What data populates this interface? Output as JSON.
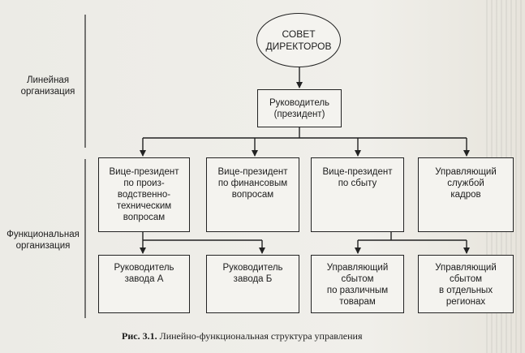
{
  "labels": {
    "linear": "Линейная\nорганизация",
    "functional": "Функциональная\nорганизация"
  },
  "nodes": {
    "board": "СОВЕТ\nДИРЕКТОРОВ",
    "president": "Руководитель\n(президент)",
    "vp_production": "Вице-президент\nпо произ-\nводственно-\nтехническим\nвопросам",
    "vp_finance": "Вице-президент\nпо финансовым\nвопросам",
    "vp_sales": "Вице-президент\nпо сбыту",
    "hr_manager": "Управляющий\nслужбой\nкадров",
    "plant_a": "Руководитель\nзавода А",
    "plant_b": "Руководитель\nзавода Б",
    "sales_goods": "Управляющий\nсбытом\nпо различным\nтоварам",
    "sales_regions": "Управляющий\nсбытом\nв отдельных\nрегионах"
  },
  "caption": {
    "number": "Рис. 3.1.",
    "text": "Линейно-функциональная структура управления"
  }
}
